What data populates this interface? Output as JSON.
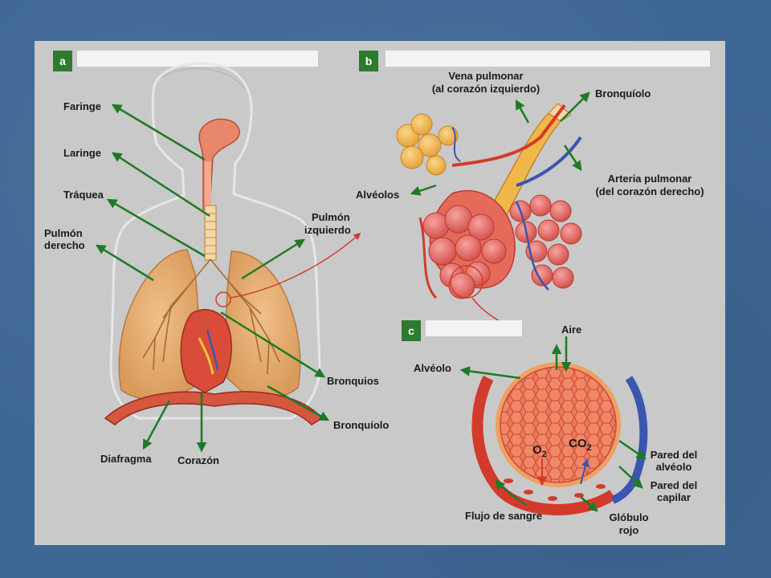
{
  "panel_a": {
    "letter": "a",
    "labels": {
      "faringe": "Faringe",
      "laringe": "Laringe",
      "traquea": "Tráquea",
      "pulmon_derecho_1": "Pulmón",
      "pulmon_derecho_2": "derecho",
      "pulmon_izquierdo_1": "Pulmón",
      "pulmon_izquierdo_2": "izquierdo",
      "bronquios": "Bronquios",
      "bronquiolo": "Bronquíolo",
      "diafragma": "Diafragma",
      "corazon": "Corazón"
    }
  },
  "panel_b": {
    "letter": "b",
    "labels": {
      "vena_1": "Vena pulmonar",
      "vena_2": "(al corazón izquierdo)",
      "bronquiolo": "Bronquíolo",
      "arteria_1": "Arteria pulmonar",
      "arteria_2": "(del corazón derecho)",
      "alveolos": "Alvéolos"
    }
  },
  "panel_c": {
    "letter": "c",
    "labels": {
      "aire": "Aire",
      "alveolo": "Alvéolo",
      "o2": "O",
      "o2_sub": "2",
      "co2": "CO",
      "co2_sub": "2",
      "pared_alveolo_1": "Pared del",
      "pared_alveolo_2": "alvéolo",
      "pared_capilar_1": "Pared del",
      "pared_capilar_2": "capilar",
      "flujo": "Flujo de sangre",
      "globulo_1": "Glóbulo",
      "globulo_2": "rojo"
    }
  },
  "colors": {
    "background": "#3f6794",
    "panel": "#c9c9c9",
    "arrow": "#1e7a25",
    "tissue": "#e8866a",
    "lung": "#e3a46a",
    "artery": "#d43a2c",
    "vein": "#3a56b0",
    "alveoli_fill": "#f0b84a"
  }
}
